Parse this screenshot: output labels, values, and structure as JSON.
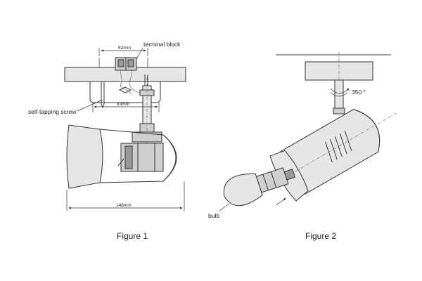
{
  "figure1": {
    "caption": "Figure 1",
    "terminal_block_label": "terminal block",
    "screw_label": "self-tapping screw",
    "dim_top": "52mm",
    "dim_mid": "83mm",
    "dim_bottom": "148mm"
  },
  "figure2": {
    "caption": "Figure 2",
    "rotation_label": "350 °",
    "bulb_label": "bulb"
  }
}
